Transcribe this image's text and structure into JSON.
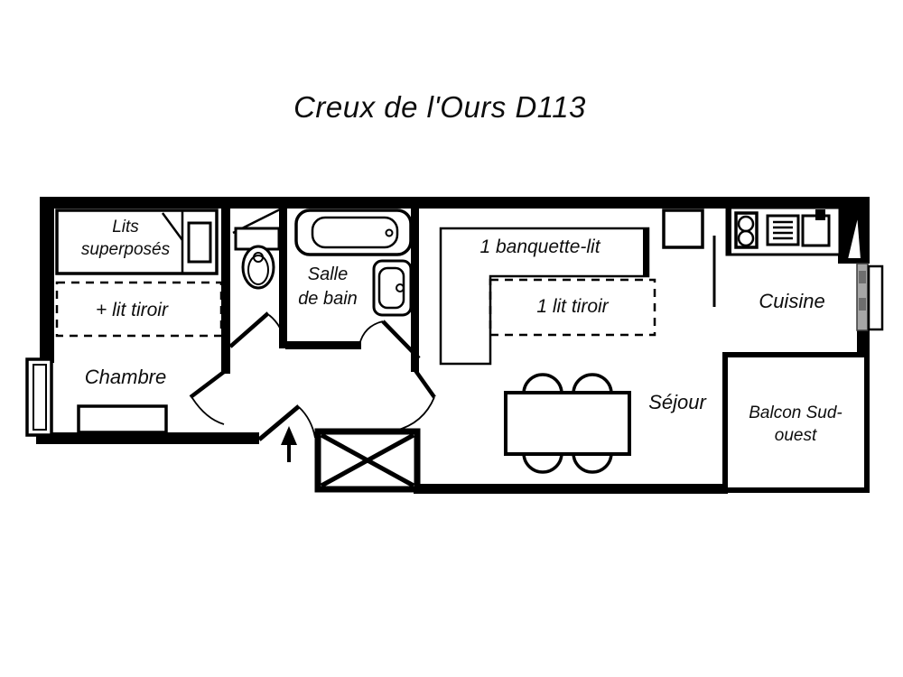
{
  "title": "Creux de l'Ours D113",
  "rooms": {
    "chambre": {
      "label": "Chambre"
    },
    "salle_de_bain": {
      "label": "Salle de bain"
    },
    "sejour": {
      "label": "Séjour"
    },
    "cuisine": {
      "label": "Cuisine"
    },
    "balcon": {
      "label": "Balcon Sud-ouest"
    }
  },
  "furniture_labels": {
    "lits_superposes": "Lits superposés",
    "lit_tiroir_chambre": "+ lit tiroir",
    "banquette_lit": "1 banquette-lit",
    "lit_tiroir_sejour": "1 lit tiroir"
  },
  "icons": {
    "bunk-bed-icon": "rectangle with pillow and diagonal",
    "drawer-bed-dashed-icon": "dashed rectangle",
    "toilet-icon": "cistern + oval bowl",
    "bathtub-icon": "nested rounded rectangles with drain dot",
    "washbasin-icon": "rounded square with basin and dot",
    "stove-icon": "two burner circles",
    "dish-rack-icon": "rectangle with horizontal bars",
    "kitchen-sink-icon": "rectangle with black tap square",
    "dining-table-icon": "rectangle with four semicircle chairs",
    "window-icon": "double rectangle in wall",
    "sliding-door-icon": "hatched gray strip with outer sill",
    "door-leaf-icon": "diagonal line with swing arc",
    "entry-arrow-icon": "upward arrow",
    "duct-icon": "crossed box"
  },
  "colors": {
    "line": "#000000",
    "background": "#ffffff",
    "glazing_gray": "#a6a6a6"
  }
}
